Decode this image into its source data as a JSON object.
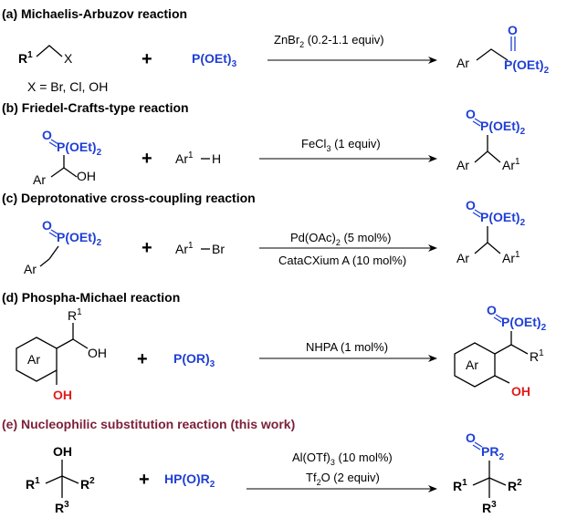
{
  "sections": {
    "a": {
      "heading": "(a) Michaelis-Arbuzov reaction",
      "r1": "R",
      "r1_sup": "1",
      "x": "X",
      "x_def": "X = Br, Cl, OH",
      "plus": "+",
      "reagent": "P(OEt)",
      "reagent_sub": "3",
      "condition_pre": "ZnBr",
      "condition_sub": "2",
      "condition_post": "  (0.2-1.1 equiv)",
      "prod_ar": "Ar",
      "prod_o": "O",
      "prod_p": "P(OEt)",
      "prod_p_sub": "2"
    },
    "b": {
      "heading": "(b) Friedel-Crafts-type reaction",
      "sm_o": "O",
      "sm_p": "P(OEt)",
      "sm_p_sub": "2",
      "sm_ar": "Ar",
      "sm_oh": "OH",
      "plus": "+",
      "reagent": "Ar",
      "reagent_sup": "1",
      "reagent_h": "H",
      "condition_pre": "FeCl",
      "condition_sub": "3",
      "condition_post": " (1 equiv)",
      "prod_o": "O",
      "prod_p": "P(OEt)",
      "prod_p_sub": "2",
      "prod_ar": "Ar",
      "prod_ar1": "Ar",
      "prod_ar1_sup": "1"
    },
    "c": {
      "heading": "(c) Deprotonative cross-coupling reaction",
      "sm_o": "O",
      "sm_p": "P(OEt)",
      "sm_p_sub": "2",
      "sm_ar": "Ar",
      "plus": "+",
      "reagent": "Ar",
      "reagent_sup": "1",
      "reagent_br": "Br",
      "condition1_pre": "Pd(OAc)",
      "condition1_sub": "2",
      "condition1_post": " (5 mol%)",
      "condition2": "CataCXium A (10 mol%)",
      "prod_o": "O",
      "prod_p": "P(OEt)",
      "prod_p_sub": "2",
      "prod_ar": "Ar",
      "prod_ar1": "Ar",
      "prod_ar1_sup": "1"
    },
    "d": {
      "heading": "(d) Phospha-Michael reaction",
      "sm_r1": "R",
      "sm_r1_sup": "1",
      "sm_oh": "OH",
      "sm_ar": "Ar",
      "sm_phenol": "OH",
      "plus": "+",
      "reagent": "P(OR)",
      "reagent_sub": "3",
      "condition": "NHPA (1 mol%)",
      "prod_o": "O",
      "prod_p": "P(OEt)",
      "prod_p_sub": "2",
      "prod_r1": "R",
      "prod_r1_sup": "1",
      "prod_ar": "Ar",
      "prod_oh": "OH"
    },
    "e": {
      "heading": "(e) Nucleophilic substitution reaction (this work)",
      "sm_oh": "OH",
      "sm_r1": "R",
      "sm_r1_sup": "1",
      "sm_r2": "R",
      "sm_r2_sup": "2",
      "sm_r3": "R",
      "sm_r3_sup": "3",
      "plus": "+",
      "reagent_pre": "HP(O)R",
      "reagent_sub": "2",
      "condition1_pre": "Al(OTf)",
      "condition1_sub": "3",
      "condition1_post": " (10 mol%)",
      "condition2_pre": "Tf",
      "condition2_sub": "2",
      "condition2_post": "O (2 equiv)",
      "prod_o": "O",
      "prod_p": "PR",
      "prod_p_sub": "2",
      "prod_r1": "R",
      "prod_r1_sup": "1",
      "prod_r2": "R",
      "prod_r2_sup": "2",
      "prod_r3": "R",
      "prod_r3_sup": "3"
    }
  }
}
